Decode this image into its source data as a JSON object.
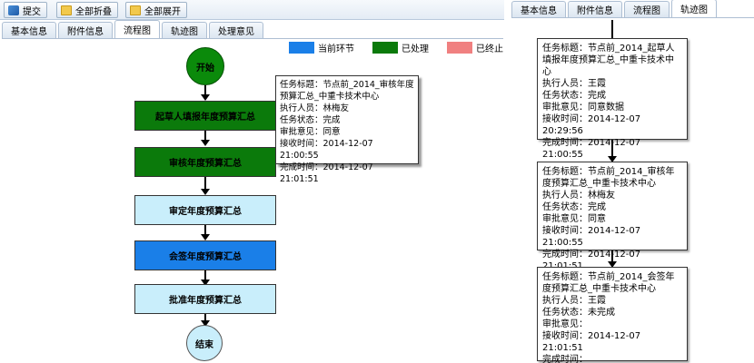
{
  "toolbar": {
    "submit": "提交",
    "collapse_all": "全部折叠",
    "expand_all": "全部展开"
  },
  "left_tabs": [
    "基本信息",
    "附件信息",
    "流程图",
    "轨迹图",
    "处理意见"
  ],
  "right_tabs": [
    "基本信息",
    "附件信息",
    "流程图",
    "轨迹图"
  ],
  "legend": [
    {
      "label": "当前环节",
      "color": "#1a7fe8"
    },
    {
      "label": "已处理",
      "color": "#0b7a0b"
    },
    {
      "label": "已终止",
      "color": "#f08080"
    }
  ],
  "flow": {
    "start": "开始",
    "end": "结束",
    "steps": [
      {
        "label": "起草人填报年度预算汇总",
        "status": "done"
      },
      {
        "label": "审核年度预算汇总",
        "status": "done"
      },
      {
        "label": "审定年度预算汇总",
        "status": "pending"
      },
      {
        "label": "会签年度预算汇总",
        "status": "current"
      },
      {
        "label": "批准年度预算汇总",
        "status": "pending"
      }
    ]
  },
  "colors": {
    "done": "#0b7a0b",
    "current": "#1a7fe8",
    "pending": "#c9eefb",
    "start_end": "#0b8a0b",
    "end_fill": "#c9eefb"
  },
  "tooltip": {
    "lines": [
      "任务标题：节点前_2014_审核年度",
      "预算汇总_中重卡技术中心",
      "执行人员：林梅友",
      "任务状态：完成",
      "审批意见：同意",
      "接收时间：2014-12-07 21:00:55",
      "完成时间：2014-12-07 21:01:51"
    ]
  },
  "track": [
    {
      "lines": [
        "任务标题：节点前_2014_起草人填报年度预算汇总_中重卡技术中心",
        "执行人员：王霞",
        "任务状态：完成",
        "审批意见：同意数据",
        "接收时间：2014-12-07 20:29:56",
        "完成时间：2014-12-07 21:00:55"
      ]
    },
    {
      "lines": [
        "任务标题：节点前_2014_审核年度预算汇总_中重卡技术中心",
        "执行人员：林梅友",
        "任务状态：完成",
        "审批意见：同意",
        "接收时间：2014-12-07 21:00:55",
        "完成时间：2014-12-07 21:01:51"
      ]
    },
    {
      "lines": [
        "任务标题：节点前_2014_会签年度预算汇总_中重卡技术中心",
        "执行人员：王霞",
        "任务状态：未完成",
        "审批意见：",
        "接收时间：2014-12-07 21:01:51",
        "完成时间："
      ]
    }
  ]
}
